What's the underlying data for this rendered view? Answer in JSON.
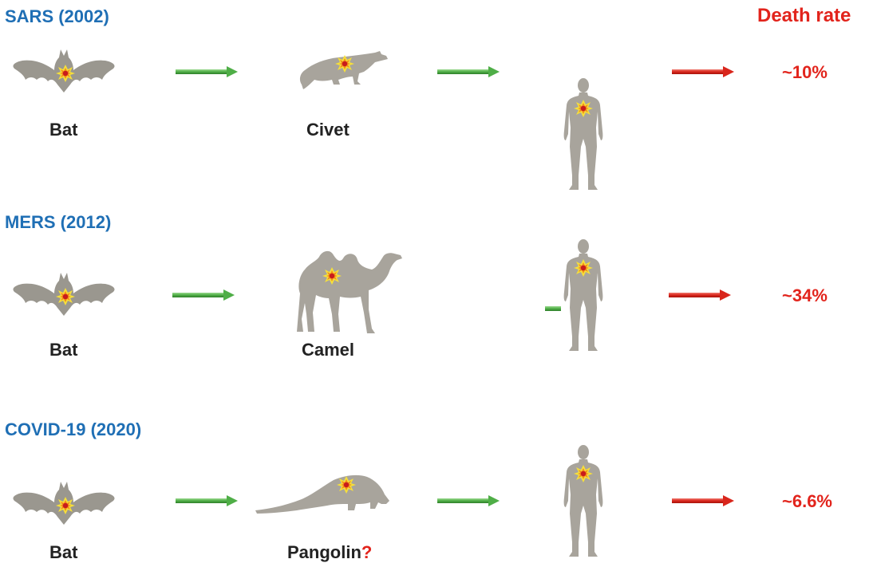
{
  "header": {
    "death_rate": "Death rate"
  },
  "rows": [
    {
      "title": "SARS (2002)",
      "animal1": "Bat",
      "animal2": "Civet",
      "animal2_suffix": "",
      "rate": "~10%"
    },
    {
      "title": "MERS (2012)",
      "animal1": "Bat",
      "animal2": "Camel",
      "animal2_suffix": "",
      "rate": "~34%"
    },
    {
      "title": "COVID-19 (2020)",
      "animal1": "Bat",
      "animal2": "Pangolin",
      "animal2_suffix": "?",
      "rate": "~6.6%"
    }
  ],
  "colors": {
    "title": "#1f6fb5",
    "rate": "#e2241c",
    "green_arrow": "#5cb85c",
    "red_arrow": "#d9261c",
    "silhouette": "#a8a49c"
  },
  "icons": [
    "bat-icon",
    "civet-icon",
    "camel-icon",
    "pangolin-icon",
    "human-icon",
    "virus-burst-icon"
  ]
}
